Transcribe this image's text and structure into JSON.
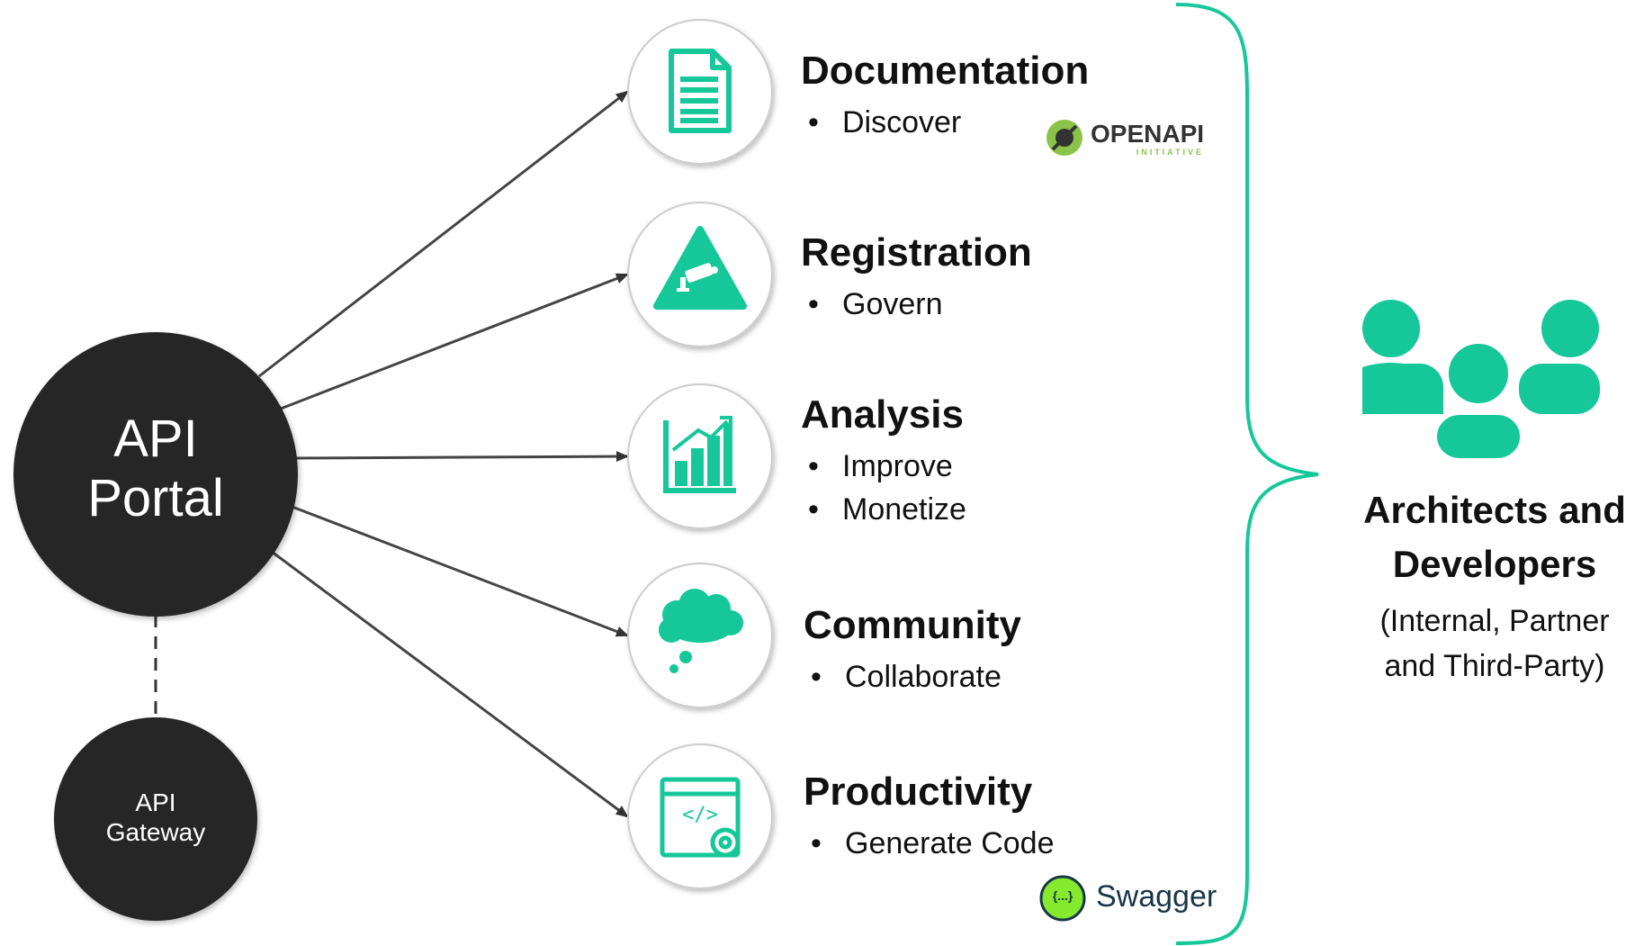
{
  "colors": {
    "accent": "#16c79a",
    "node_dark": "#262626",
    "arrow": "#333333",
    "circle_border": "#d0d0d0"
  },
  "hub": {
    "line1": "API",
    "line2": "Portal"
  },
  "gateway": {
    "line1": "API",
    "line2": "Gateway"
  },
  "features": [
    {
      "icon": "document-icon",
      "title": "Documentation",
      "bullets": [
        "Discover"
      ]
    },
    {
      "icon": "security-camera-warning-icon",
      "title": "Registration",
      "bullets": [
        "Govern"
      ]
    },
    {
      "icon": "bar-chart-growth-icon",
      "title": "Analysis",
      "bullets": [
        "Improve",
        "Monetize"
      ]
    },
    {
      "icon": "thought-cloud-icon",
      "title": "Community",
      "bullets": [
        "Collaborate"
      ]
    },
    {
      "icon": "code-window-gear-icon",
      "title": "Productivity",
      "bullets": [
        "Generate Code"
      ]
    }
  ],
  "logos": {
    "openapi": {
      "name": "OPENAPI",
      "tagline": "INITIATIVE"
    },
    "swagger": {
      "name": "Swagger",
      "symbol": "{...}"
    }
  },
  "audience": {
    "icon": "users-group-icon",
    "title_line1": "Architects and",
    "title_line2": "Developers",
    "subtitle_line1": "(Internal, Partner",
    "subtitle_line2": "and Third-Party)"
  }
}
